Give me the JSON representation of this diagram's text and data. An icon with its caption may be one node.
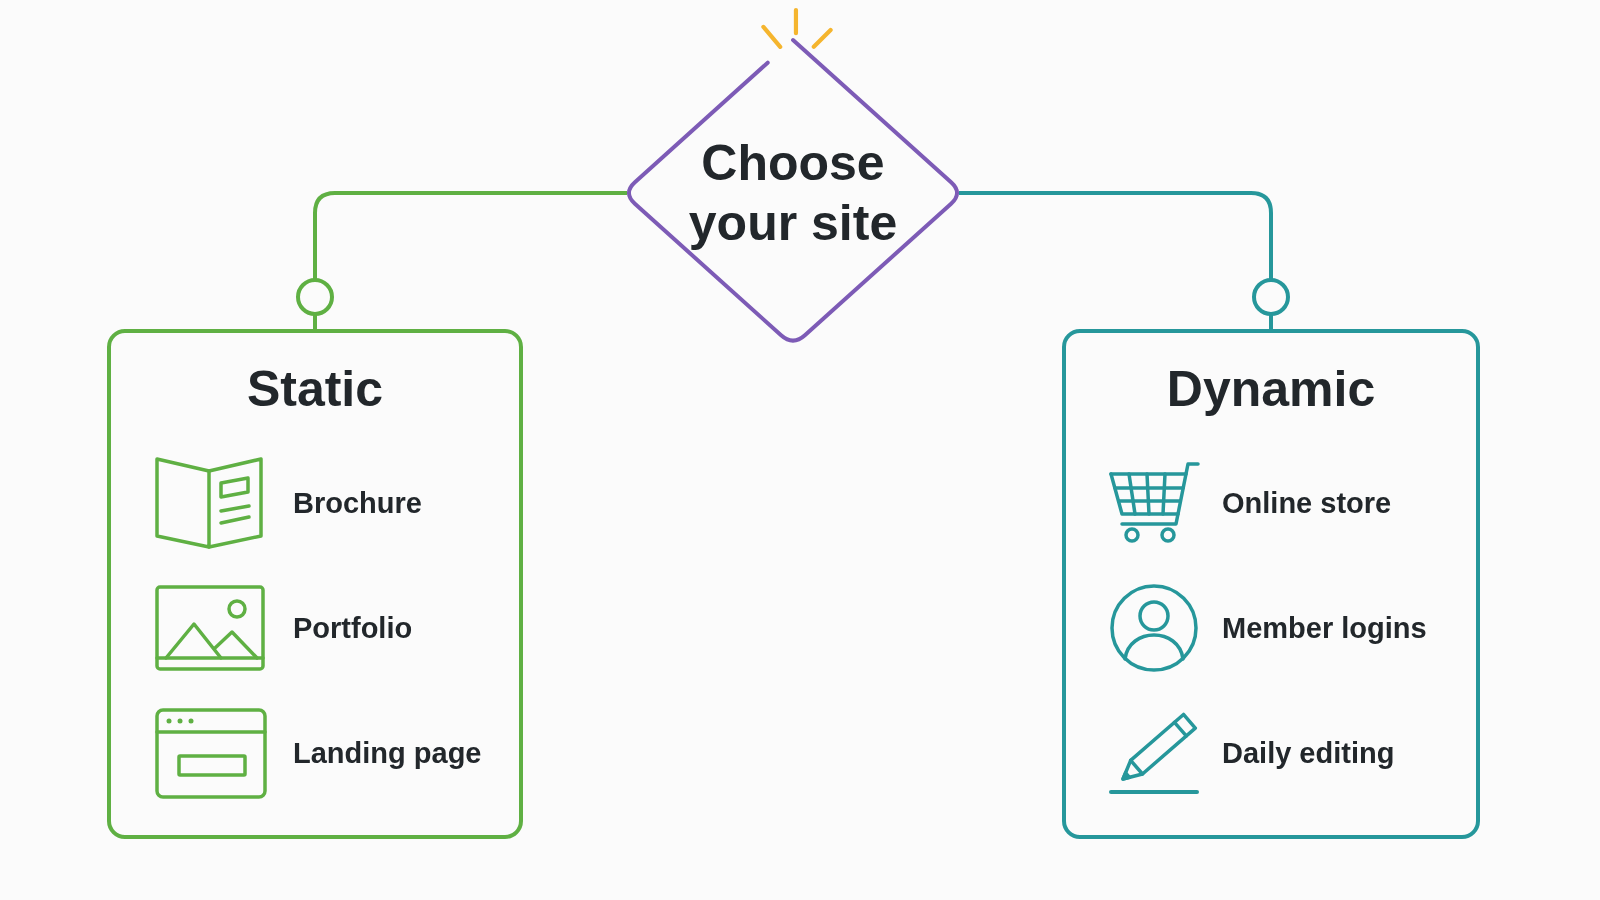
{
  "diagram": {
    "nodes": [
      {
        "text": [
          "Choose your site"
        ]
      },
      {
        "text": [
          "Static",
          "Brochure",
          "Portfolio",
          "Landing page"
        ]
      },
      {
        "text": [
          "Dynamic",
          "Online store",
          "Member logins",
          "Daily editing"
        ]
      }
    ],
    "edges": [
      {
        "from": 0,
        "to": 1,
        "arrow": "other",
        "color": "#5fb043"
      },
      {
        "from": 0,
        "to": 2,
        "arrow": "other",
        "color": "#26979b"
      }
    ]
  }
}
